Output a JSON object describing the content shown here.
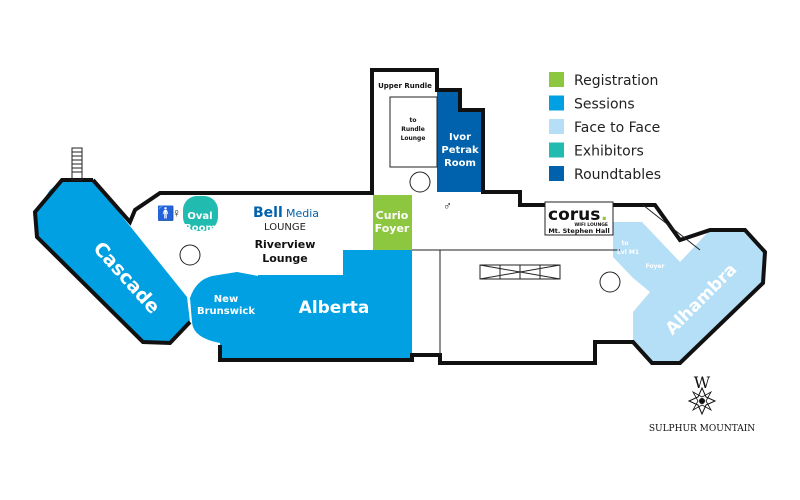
{
  "colors": {
    "registration": "#8dc63f",
    "sessions": "#00a0e2",
    "face_to_face": "#b5dff6",
    "exhibitors": "#21bbb0",
    "roundtables": "#0061ac",
    "wall": "#111111"
  },
  "legend": [
    {
      "label": "Registration",
      "color": "#8dc63f"
    },
    {
      "label": "Sessions",
      "color": "#00a0e2"
    },
    {
      "label": "Face to Face",
      "color": "#b5dff6"
    },
    {
      "label": "Exhibitors",
      "color": "#21bbb0"
    },
    {
      "label": "Roundtables",
      "color": "#0061ac"
    }
  ],
  "rooms": {
    "cascade": "Cascade",
    "new_brunswick": [
      "New",
      "Brunswick"
    ],
    "alberta": "Alberta",
    "curio_foyer": [
      "Curio",
      "Foyer"
    ],
    "ivor_petrak": [
      "Ivor",
      "Petrak",
      "Room"
    ],
    "oval_room": [
      "Oval",
      "Room"
    ],
    "alhambra": "Alhambra",
    "riverview_lounge": [
      "Riverview",
      "Lounge"
    ],
    "upper_rundle": "Upper Rundle",
    "to_rundle_lounge": [
      "to",
      "Rundle",
      "Lounge"
    ],
    "to_lvl_m1": [
      "to",
      "Lvl M1"
    ],
    "foyer": "Foyer",
    "mt_stephen_hall": "Mt. Stephen Hall"
  },
  "logos": {
    "bell": "Bell",
    "media": "Media",
    "lounge": "LOUNGE",
    "corus": "corus",
    "corus_dot": ".",
    "wifi_lounge": "WIFI LOUNGE"
  },
  "compass": {
    "direction": "W",
    "label": "SULPHUR MOUNTAIN"
  }
}
